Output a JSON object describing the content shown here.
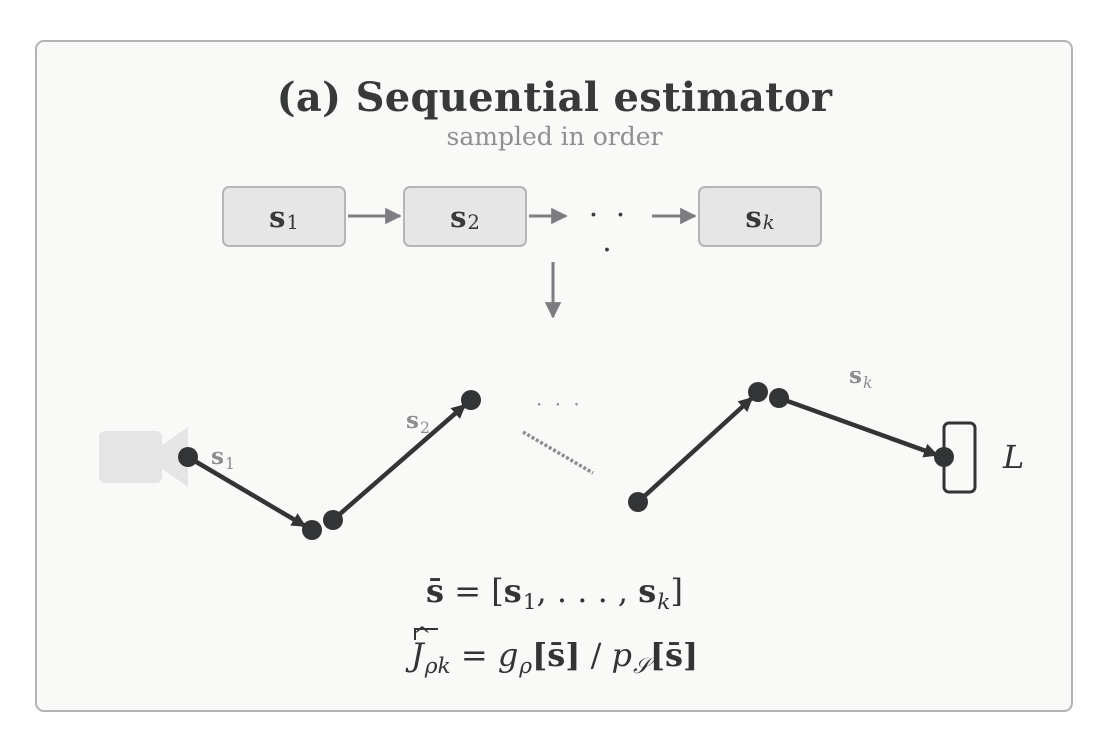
{
  "title": "(a) Sequential estimator",
  "subtitle": "sampled in order",
  "sequence": {
    "boxes": [
      {
        "var": "s",
        "sub": "1"
      },
      {
        "var": "s",
        "sub": "2"
      },
      {
        "var": "s",
        "sub": "k"
      }
    ],
    "ellipsis": "· · ·"
  },
  "path": {
    "labels": [
      {
        "var": "s",
        "sub": "1"
      },
      {
        "var": "s",
        "sub": "2"
      },
      {
        "var": "s",
        "sub": "k"
      }
    ],
    "ellipsis": "· · ·",
    "light_label": "L"
  },
  "equations": {
    "line1": {
      "lhs": "s̄",
      "eq": "=",
      "open": "[",
      "first": "s",
      "first_sub": "1",
      "sep": ", . . . , ",
      "last": "s",
      "last_sub": "k",
      "close": "]"
    },
    "line2": {
      "lhs": "J",
      "lhs_sub": "ρk",
      "eq": "=",
      "g": "g",
      "g_sub": "ρ",
      "arg1": "[s̄]",
      "div": "/",
      "p": "p",
      "p_sub": "𝒮",
      "arg2": "[s̄]"
    }
  },
  "colors": {
    "panel_bg": "#f9f9f8",
    "panel_border": "#b3b3b3",
    "box_fill": "#e6e6e6",
    "arrow_gray": "#7c7d80",
    "path_dark": "#333436",
    "camera_gray": "#e5e5e5"
  },
  "icons": [
    "camera-icon",
    "light-source-icon"
  ]
}
